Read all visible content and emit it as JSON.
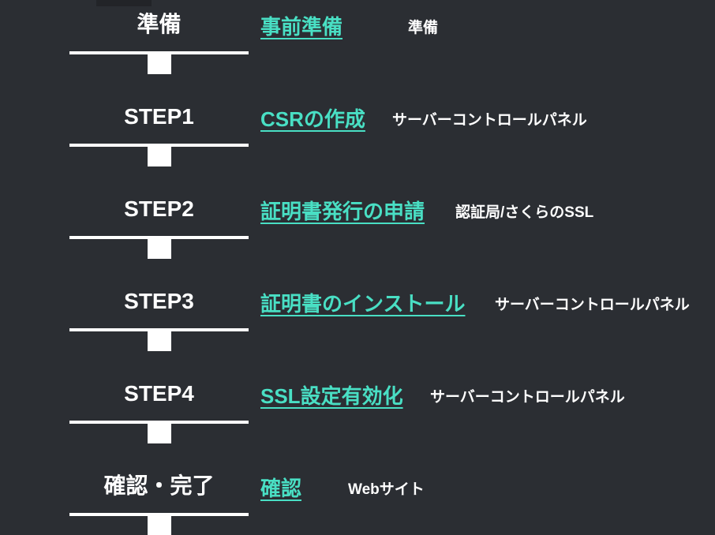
{
  "page": {
    "background_color": "#2b2e33",
    "accent_color": "#49dfc4",
    "text_color": "#ffffff",
    "connector_color": "#ffffff"
  },
  "steps": [
    {
      "label": "準備",
      "link": "事前準備",
      "sub": "準備"
    },
    {
      "label": "STEP1",
      "link": "CSRの作成",
      "sub": "サーバーコントロールパネル"
    },
    {
      "label": "STEP2",
      "link": "証明書発行の申請",
      "sub": "認証局/さくらのSSL"
    },
    {
      "label": "STEP3",
      "link": "証明書のインストール",
      "sub": "サーバーコントロールパネル"
    },
    {
      "label": "STEP4",
      "link": "SSL設定有効化",
      "sub": "サーバーコントロールパネル"
    },
    {
      "label": "確認・完了",
      "link": "確認",
      "sub": "Webサイト"
    }
  ]
}
